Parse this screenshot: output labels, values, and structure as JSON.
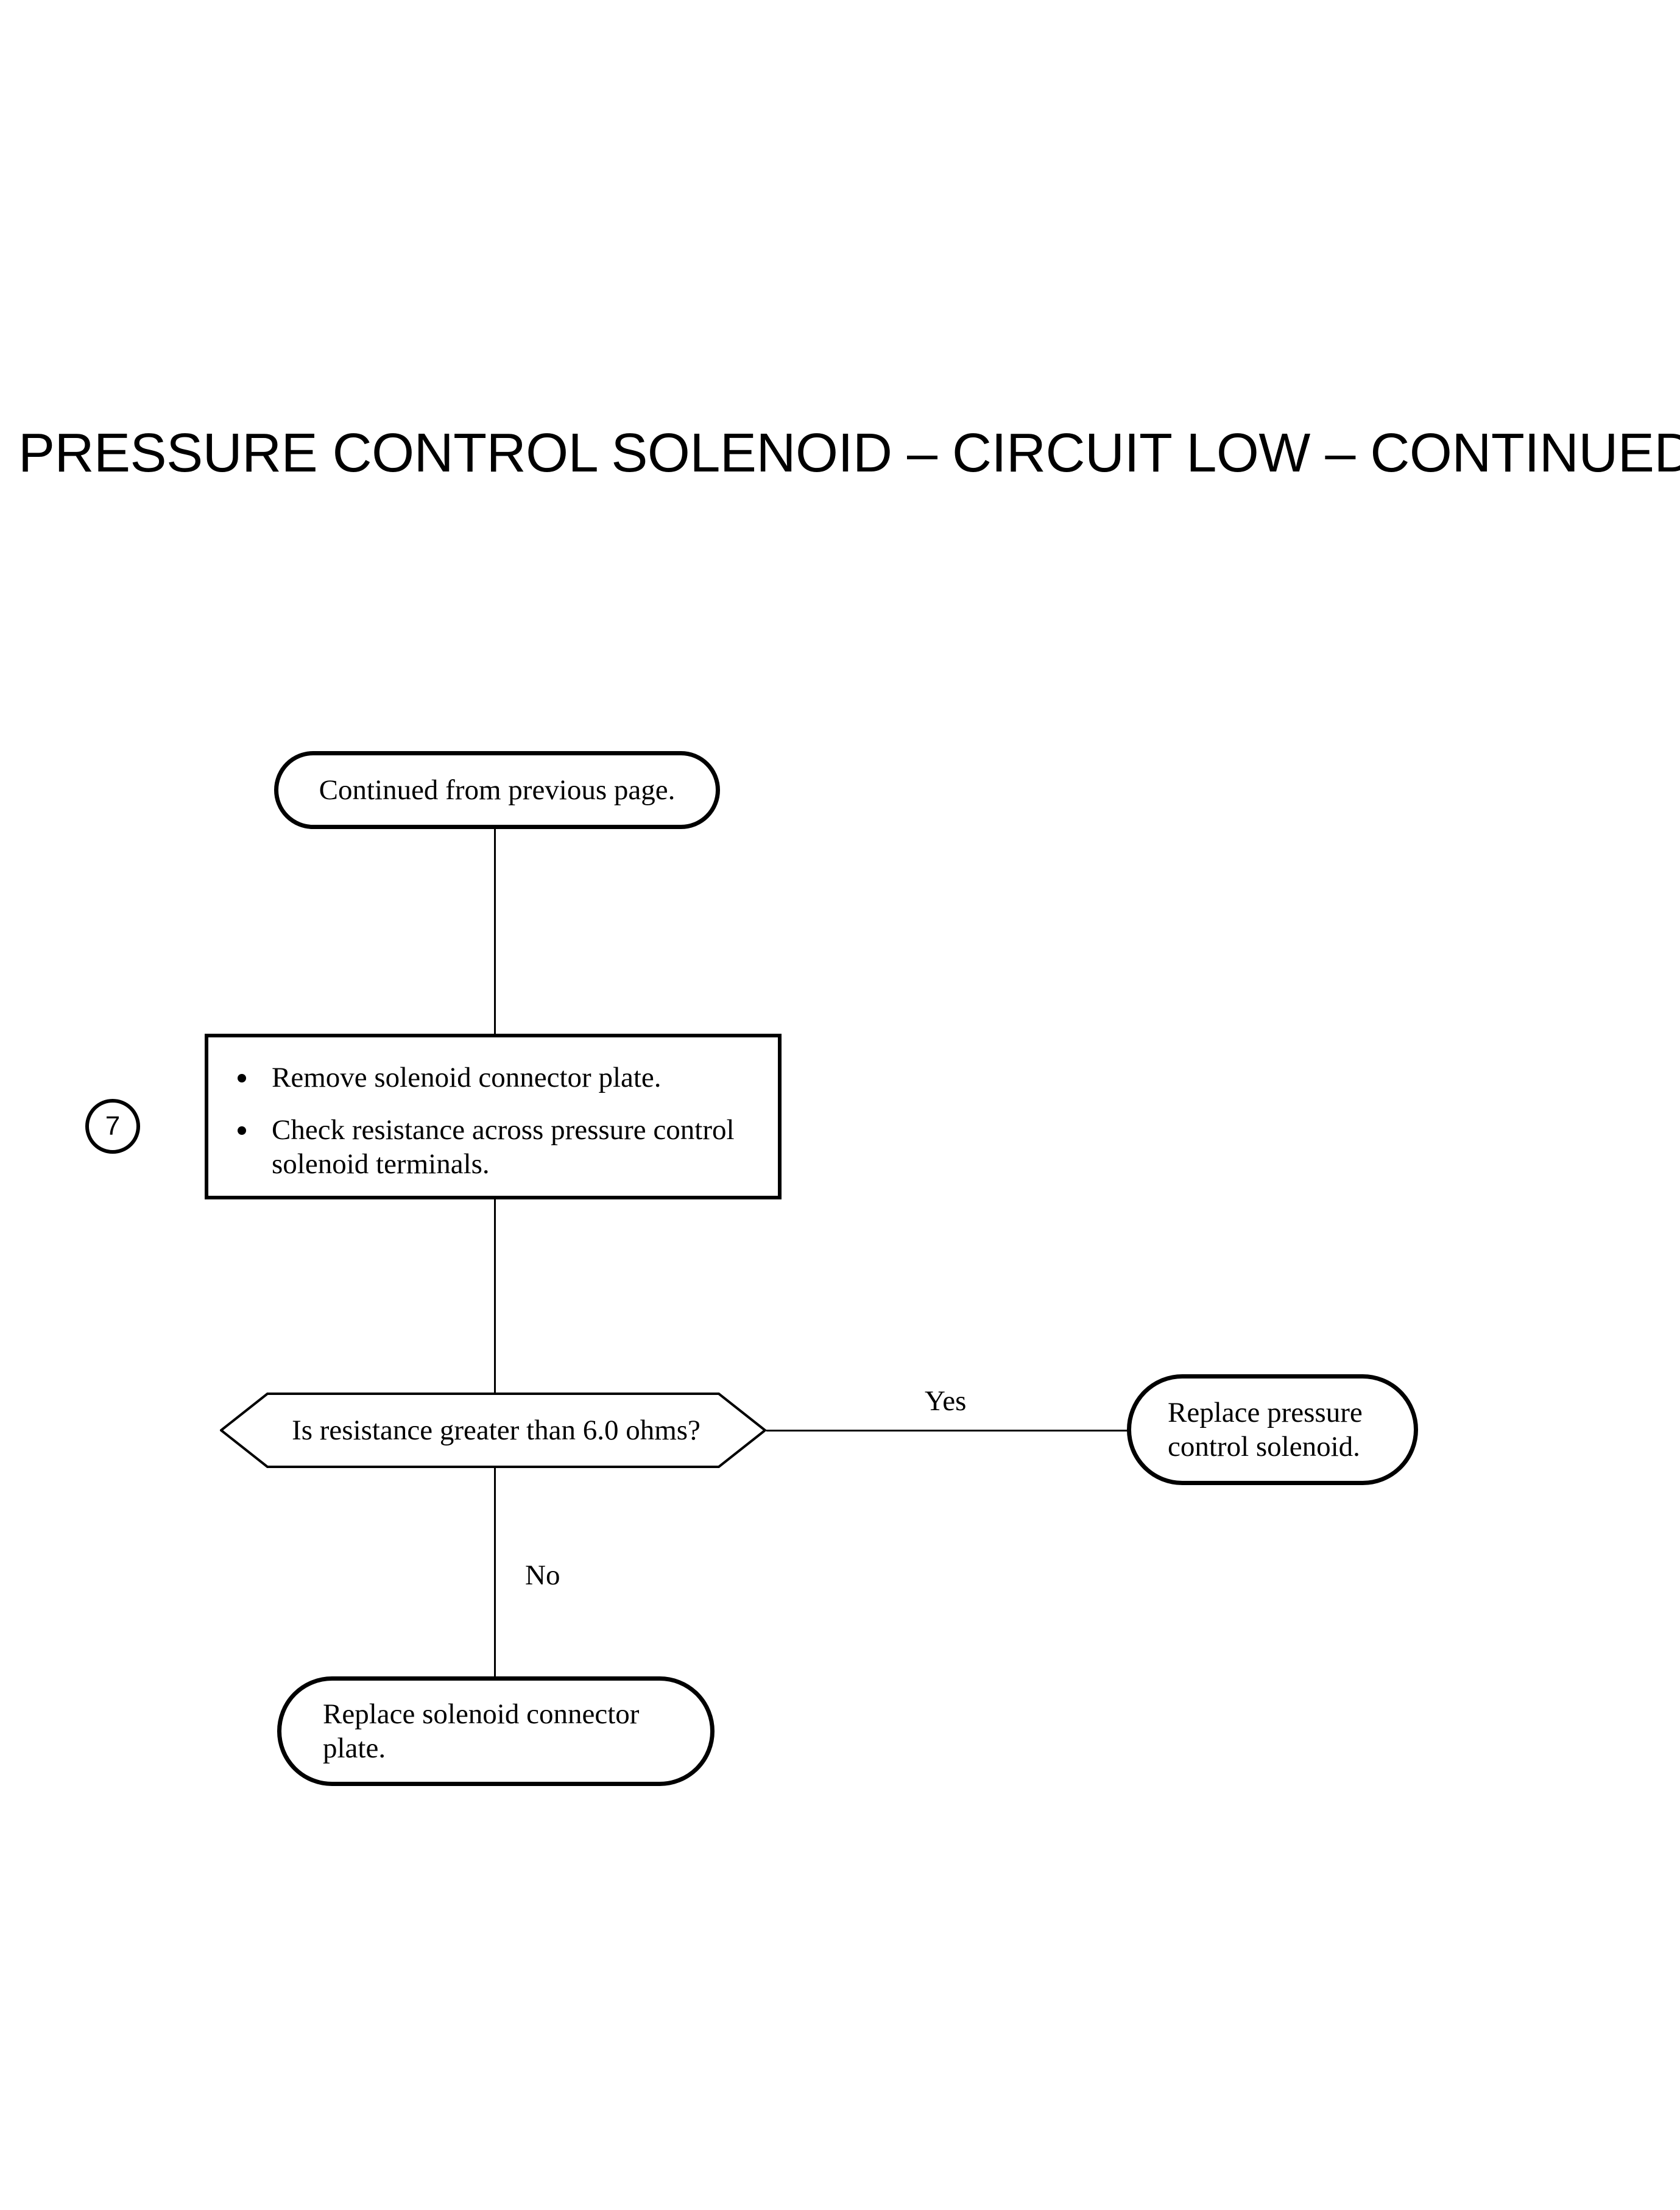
{
  "page": {
    "title": "PRESSURE CONTROL SOLENOID – CIRCUIT LOW – CONTINUED",
    "background_color": "#ffffff",
    "ink_color": "#000000"
  },
  "flowchart": {
    "step_marker": "7",
    "nodes": {
      "continued": {
        "shape": "terminator",
        "text": "Continued from previous page."
      },
      "process": {
        "shape": "process",
        "bullets": [
          "Remove solenoid connector plate.",
          "Check resistance across pressure control solenoid terminals."
        ]
      },
      "decision": {
        "shape": "hexagon",
        "text": "Is resistance greater than 6.0 ohms?"
      },
      "replace_solenoid": {
        "shape": "terminator",
        "text": "Replace pressure control solenoid."
      },
      "replace_plate": {
        "shape": "terminator",
        "text": "Replace solenoid connector plate."
      }
    },
    "branch_labels": {
      "yes": "Yes",
      "no": "No"
    }
  }
}
